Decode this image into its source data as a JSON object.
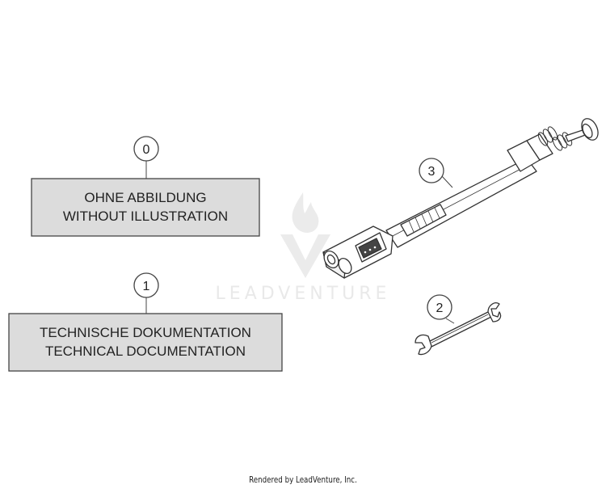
{
  "callouts": [
    {
      "number": "0",
      "line1": "OHNE ABBILDUNG",
      "line2": "WITHOUT ILLUSTRATION"
    },
    {
      "number": "1",
      "line1": "TECHNISCHE DOKUMENTATION",
      "line2": "TECHNICAL DOCUMENTATION"
    },
    {
      "number": "2"
    },
    {
      "number": "3"
    }
  ],
  "watermark": {
    "text": "LEADVENTURE",
    "icon": "flame-v-logo"
  },
  "footer": {
    "text": "Rendered by LeadVenture, Inc."
  },
  "colors": {
    "box_fill": "#dcdcdc",
    "stroke": "#444444",
    "watermark": "#e9e9e9"
  }
}
